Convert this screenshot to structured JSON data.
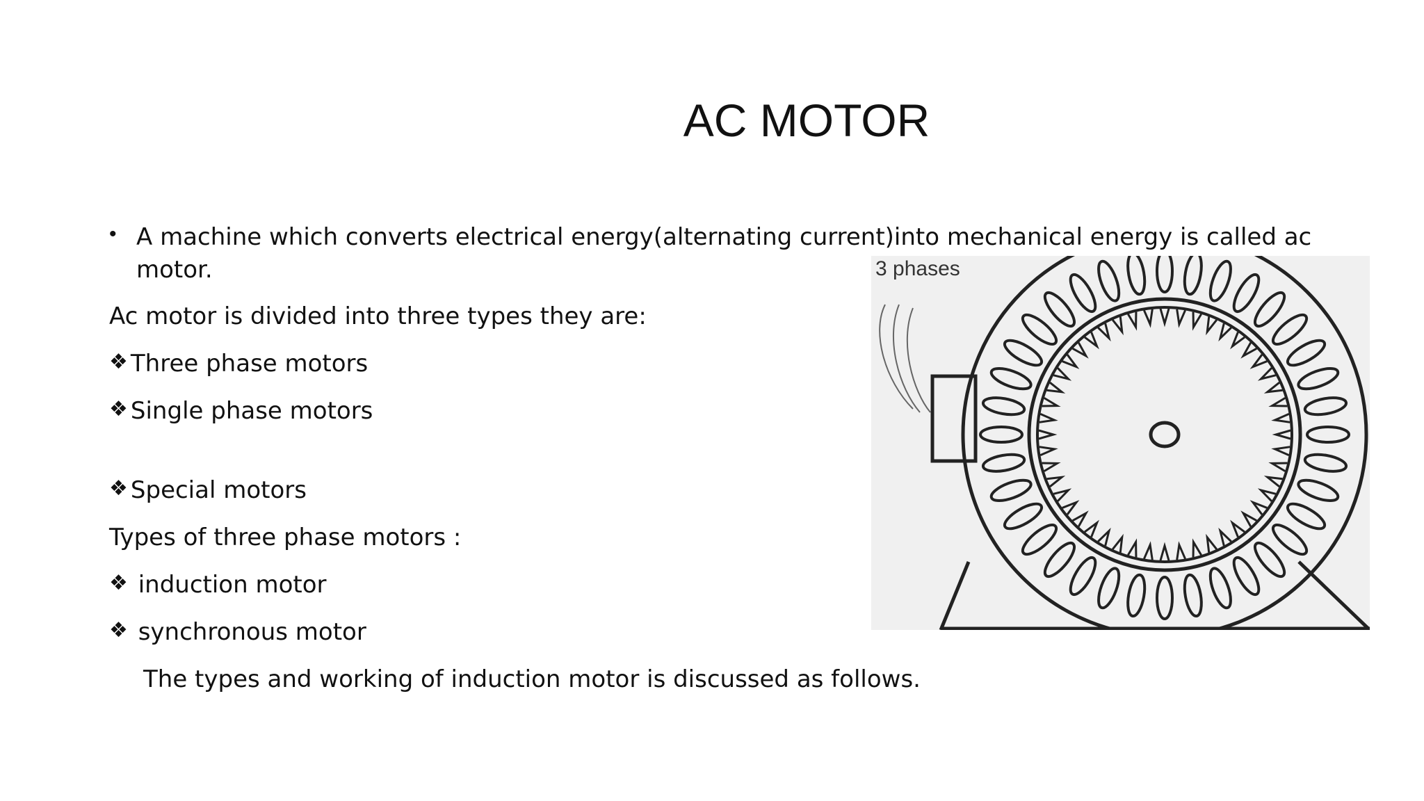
{
  "slide": {
    "title": "AC MOTOR",
    "intro": "A machine which converts electrical energy(alternating current)into mechanical energy is called ac motor.",
    "intro_bullet": "•",
    "types_heading": "Ac motor is divided into three types they are:",
    "types": [
      "Three phase motors",
      "Single phase motors",
      "Special motors"
    ],
    "three_phase_heading": "Types of three phase motors :",
    "three_phase_types": [
      " induction motor",
      " synchronous motor"
    ],
    "closing": "The types and working of induction motor is discussed as follows.",
    "diamond_bullet": "❖"
  },
  "figure": {
    "label": "3 phases",
    "icon": "motor-diagram"
  }
}
